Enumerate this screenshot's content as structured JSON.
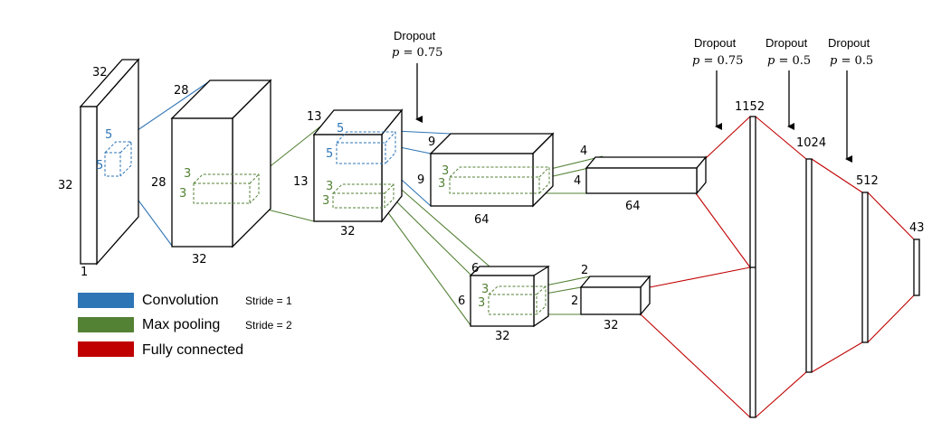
{
  "input": {
    "channels": "1",
    "height": "32",
    "width": "32",
    "kernel_label": "5",
    "kernel_label2": "5"
  },
  "conv1": {
    "depth": "28",
    "height": "28",
    "width": "32",
    "kernel_label": "3",
    "kernel_label2": "3"
  },
  "pool1": {
    "depth": "13",
    "height": "13",
    "width": "32",
    "conv_label": "5",
    "conv_label2": "5",
    "pool_label": "3",
    "pool_label2": "3"
  },
  "conv2": {
    "depth": "9",
    "height": "9",
    "width": "64",
    "kernel_label": "3",
    "kernel_label2": "3"
  },
  "pool2": {
    "depth": "4",
    "height": "4",
    "width": "64"
  },
  "conv3": {
    "depth": "6",
    "height": "6",
    "width": "32",
    "kernel_label": "3",
    "kernel_label2": "3"
  },
  "pool3": {
    "depth": "2",
    "height": "2",
    "width": "32"
  },
  "fc": [
    {
      "units": "1152"
    },
    {
      "units": "1024"
    },
    {
      "units": "512"
    },
    {
      "units": "43"
    }
  ],
  "dropouts": [
    {
      "label": "Dropout",
      "prob": "p = 0.75"
    },
    {
      "label": "Dropout",
      "prob": "p = 0.75"
    },
    {
      "label": "Dropout",
      "prob": "p = 0.5"
    },
    {
      "label": "Dropout",
      "prob": "p = 0.5"
    }
  ],
  "legend": {
    "items": [
      {
        "label": "Convolution",
        "color": "#2e75b6",
        "note": "Stride = 1"
      },
      {
        "label": "Max pooling",
        "color": "#548235",
        "note": "Stride = 2"
      },
      {
        "label": "Fully connected",
        "color": "#c00000",
        "note": ""
      }
    ]
  }
}
